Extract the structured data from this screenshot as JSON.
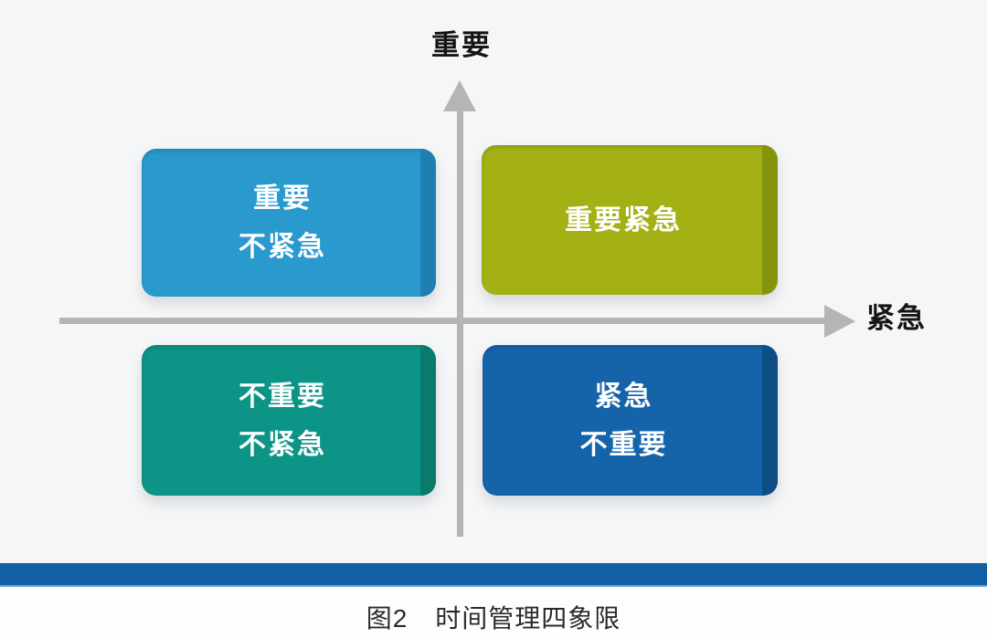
{
  "figure": {
    "axis_labels": {
      "y_top": "重要",
      "x_right": "紧急"
    },
    "axis_color": "#B5B5B5",
    "quadrants": [
      {
        "id": "important-not-urgent",
        "position": "top-left",
        "text": "重要\n不紧急",
        "color": "#2999CE",
        "side_color": "#1E7FB0"
      },
      {
        "id": "important-urgent",
        "position": "top-right",
        "text": "重要紧急",
        "color": "#A3B115",
        "side_color": "#84950D"
      },
      {
        "id": "not-important-not-urgent",
        "position": "bottom-left",
        "text": "不重要\n不紧急",
        "color": "#0C9586",
        "side_color": "#0A7A6D"
      },
      {
        "id": "urgent-not-important",
        "position": "bottom-right",
        "text": "紧急\n不重要",
        "color": "#1564A9",
        "side_color": "#0F4E84"
      }
    ],
    "divider_bar_color": "#1261A6",
    "caption": {
      "label": "图2",
      "title": "时间管理四象限"
    }
  }
}
